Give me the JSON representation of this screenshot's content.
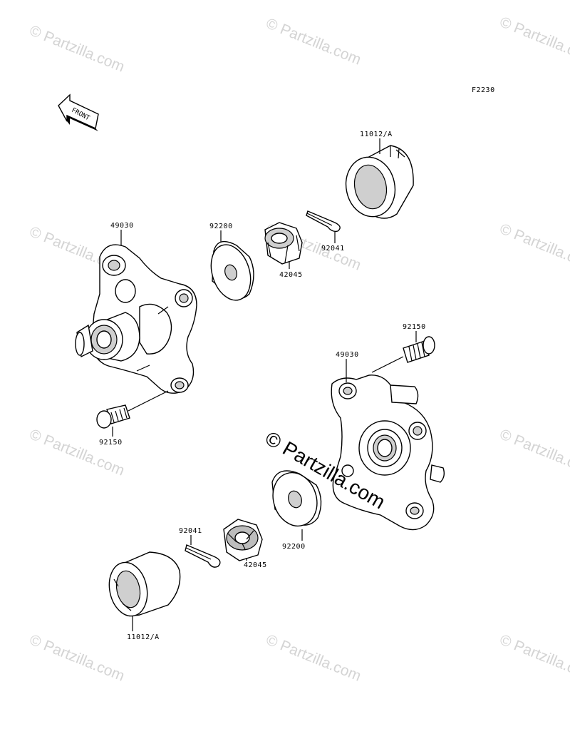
{
  "diagram": {
    "figure_code": "F2230",
    "front_arrow_label": "FRONT",
    "watermarks": [
      "© Partzilla.com"
    ],
    "center_watermark": "© Partzilla.com",
    "parts": [
      {
        "id": "hub-left",
        "label": "49030"
      },
      {
        "id": "hub-right",
        "label": "49030"
      },
      {
        "id": "seal-left",
        "label": "92200"
      },
      {
        "id": "seal-right",
        "label": "92200"
      },
      {
        "id": "nut-left",
        "label": "42045"
      },
      {
        "id": "nut-right",
        "label": "42045"
      },
      {
        "id": "pin-left",
        "label": "92041"
      },
      {
        "id": "pin-right",
        "label": "92041"
      },
      {
        "id": "cap-top",
        "label": "11012/A"
      },
      {
        "id": "cap-bottom",
        "label": "11012/A"
      },
      {
        "id": "bolt-left",
        "label": "92150"
      },
      {
        "id": "bolt-right",
        "label": "92150"
      }
    ]
  }
}
